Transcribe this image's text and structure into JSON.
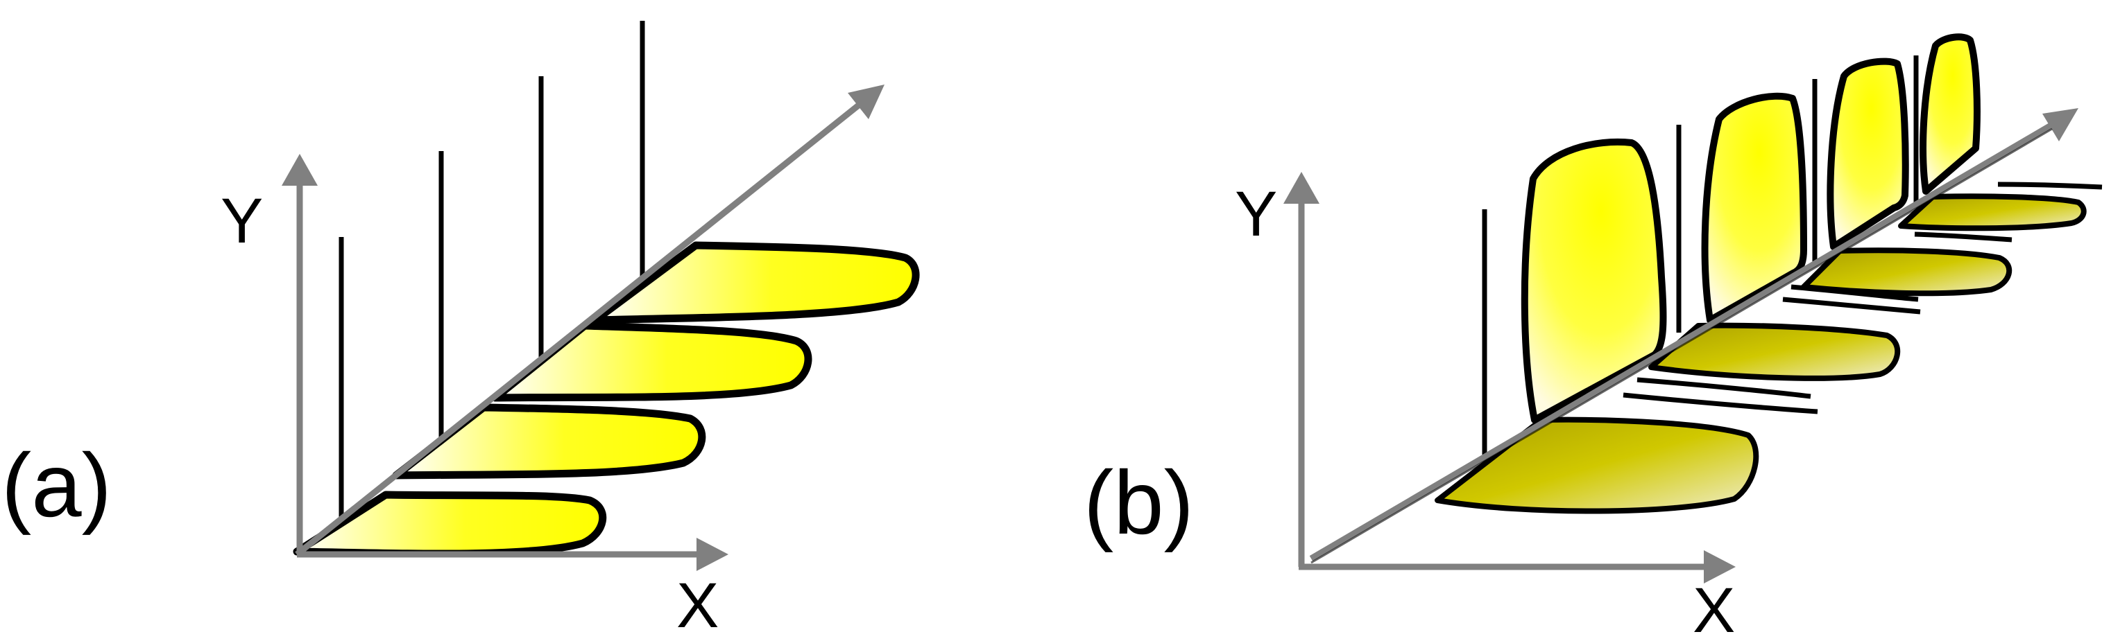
{
  "colors": {
    "axis": "#808080",
    "outline": "#000000",
    "bright_yellow": "#ffff00",
    "olive_yellow": "#b8b000",
    "pale": "#fffff0",
    "background": "#ffffff"
  },
  "panel_a": {
    "label": "(a)",
    "x_axis_label": "X",
    "y_axis_label": "Y",
    "slices": 4,
    "style": "flat yellow lobes lying in the X-Z plane with vertical ticks"
  },
  "panel_b": {
    "label": "(b)",
    "x_axis_label": "X",
    "y_axis_label": "Y",
    "slices": 4,
    "style": "upright yellow lobes with shadowed olive lobes in the X-Z plane"
  }
}
